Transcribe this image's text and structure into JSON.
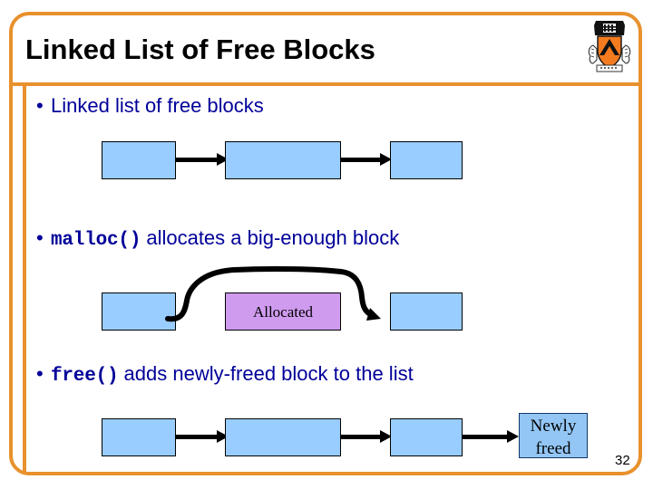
{
  "slide": {
    "title": "Linked List of Free Blocks",
    "page_number": "32",
    "accent_color": "#E8912D",
    "text_color": "#000099",
    "block_color": "#99CCFF",
    "allocated_color": "#CF9BEE"
  },
  "logo": {
    "name": "princeton-shield-logo",
    "band_color": "#111111",
    "shield_color": "#F47B20",
    "chevron_color": "#111111"
  },
  "bullets": [
    {
      "marker": "•",
      "code": "",
      "text": "Linked list of free blocks"
    },
    {
      "marker": "•",
      "code": "malloc()",
      "text": " allocates a big-enough block"
    },
    {
      "marker": "•",
      "code": "free()",
      "text": " adds newly-freed block to the list"
    }
  ],
  "diagrams": [
    {
      "name": "free-list-row",
      "blocks": [
        {
          "label": "",
          "kind": "free"
        },
        {
          "label": "",
          "kind": "free"
        },
        {
          "label": "",
          "kind": "free"
        }
      ],
      "arrows": 2
    },
    {
      "name": "malloc-row",
      "blocks": [
        {
          "label": "",
          "kind": "free"
        },
        {
          "label": "Allocated",
          "kind": "allocated"
        },
        {
          "label": "",
          "kind": "free"
        }
      ],
      "arrows": 1,
      "arrow_style": "curved-over-allocated"
    },
    {
      "name": "free-row",
      "blocks": [
        {
          "label": "",
          "kind": "free"
        },
        {
          "label": "",
          "kind": "free"
        },
        {
          "label": "",
          "kind": "free"
        },
        {
          "label": "Newly\nfreed",
          "kind": "newly-freed"
        }
      ],
      "arrows": 3
    }
  ],
  "labels": {
    "allocated": "Allocated",
    "newly_line1": "Newly",
    "newly_line2": "freed"
  }
}
